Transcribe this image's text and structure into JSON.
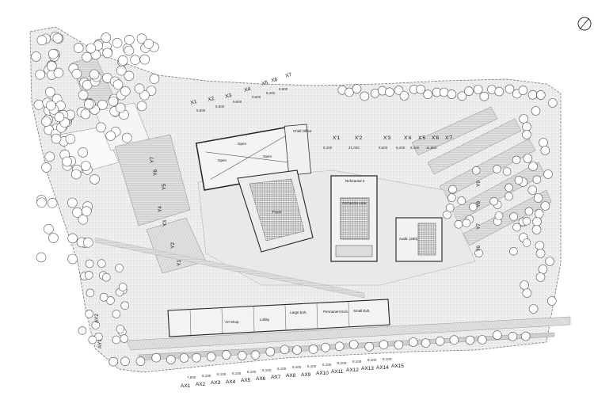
{
  "grid_x_upper": [
    "X1",
    "X2",
    "X3",
    "X4",
    "X5",
    "X6",
    "X7"
  ],
  "grid_x_lower": [
    "X'1",
    "X'2",
    "X'3",
    "X'4",
    "X'5",
    "X'6",
    "X'7"
  ],
  "grid_ax": [
    "AX1",
    "AX2",
    "AX3",
    "AX4",
    "AX5",
    "AX6",
    "AX7",
    "AX8",
    "AX9",
    "AX10",
    "AX11",
    "AX12",
    "AX13",
    "AX14",
    "AX15"
  ],
  "grid_ay": [
    "AY1",
    "AY2"
  ],
  "grid_y": [
    "Y1",
    "Y2",
    "Y3",
    "Y4",
    "Y5",
    "Y6",
    "Y7",
    "Y8",
    "Y9"
  ],
  "dims_upper": [
    "9,600",
    "9,600",
    "9,600",
    "9,600",
    "8,400",
    "9,600"
  ],
  "dims_lower": [
    "8,400",
    "21,000",
    "9,600",
    "8,400",
    "8,400",
    "11,800"
  ],
  "dims_ax": [
    "7,500",
    "8,100",
    "8,100",
    "8,100",
    "8,100",
    "8,100",
    "8,100",
    "8,100",
    "8,100",
    "8,100",
    "8,100",
    "8,100",
    "8,100",
    "8,100"
  ],
  "rooms": {
    "chief_office": "Chief Office",
    "foyer": "Foyer",
    "rehearsal": "Rehearsal 2",
    "orchestra": "Orchestra Area",
    "audit": "Audit. (280)",
    "large_exh": "Large Exh.",
    "permanent_exh": "Permanent Exh.",
    "small_exh": "Small Exh.",
    "art_shop": "Art Shop",
    "lobby": "Lobby",
    "open1": "Open",
    "open2": "Open",
    "open3": "Open"
  },
  "colors": {
    "ink": "#333333",
    "tree": "#ffffff",
    "ground": "#e6e6e6",
    "paving": "#d4d4d4",
    "building": "#c8c8c8"
  }
}
